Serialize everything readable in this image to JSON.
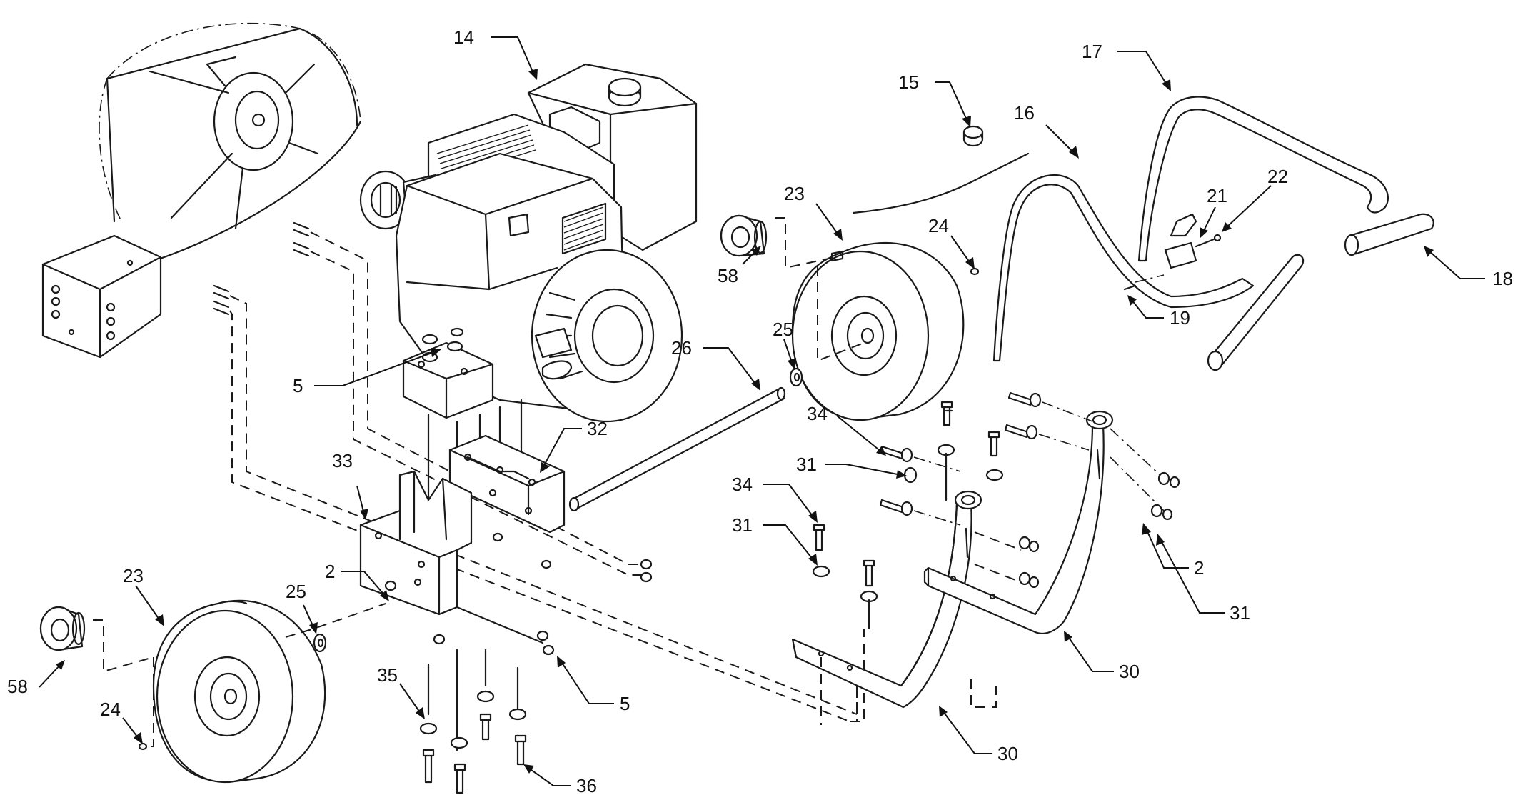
{
  "callouts": [
    {
      "id": "c14",
      "text": "14"
    },
    {
      "id": "c15",
      "text": "15"
    },
    {
      "id": "c16",
      "text": "16"
    },
    {
      "id": "c17",
      "text": "17"
    },
    {
      "id": "c18",
      "text": "18"
    },
    {
      "id": "c19",
      "text": "19"
    },
    {
      "id": "c21",
      "text": "21"
    },
    {
      "id": "c22",
      "text": "22"
    },
    {
      "id": "c23a",
      "text": "23"
    },
    {
      "id": "c24a",
      "text": "24"
    },
    {
      "id": "c58a",
      "text": "58"
    },
    {
      "id": "c25a",
      "text": "25"
    },
    {
      "id": "c26",
      "text": "26"
    },
    {
      "id": "c5a",
      "text": "5"
    },
    {
      "id": "c32",
      "text": "32"
    },
    {
      "id": "c33",
      "text": "33"
    },
    {
      "id": "c34a",
      "text": "34"
    },
    {
      "id": "c31a",
      "text": "31"
    },
    {
      "id": "c34b",
      "text": "34"
    },
    {
      "id": "c31b",
      "text": "31"
    },
    {
      "id": "c2a",
      "text": "2"
    },
    {
      "id": "c31c",
      "text": "31"
    },
    {
      "id": "c23b",
      "text": "23"
    },
    {
      "id": "c25b",
      "text": "25"
    },
    {
      "id": "c2b",
      "text": "2"
    },
    {
      "id": "c58b",
      "text": "58"
    },
    {
      "id": "c24b",
      "text": "24"
    },
    {
      "id": "c35",
      "text": "35"
    },
    {
      "id": "c5b",
      "text": "5"
    },
    {
      "id": "c30a",
      "text": "30"
    },
    {
      "id": "c30b",
      "text": "30"
    },
    {
      "id": "c36",
      "text": "36"
    }
  ]
}
